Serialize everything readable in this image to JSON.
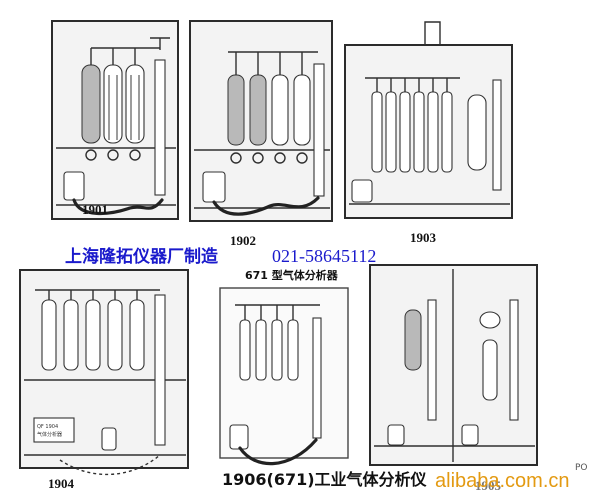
{
  "panels": [
    {
      "id": "p1901",
      "label": "1901"
    },
    {
      "id": "p1902",
      "label": "1902"
    },
    {
      "id": "p1903",
      "label": "1903"
    },
    {
      "id": "p1904",
      "label": "1904"
    },
    {
      "id": "p1906",
      "label": "671 型气体分析器"
    },
    {
      "id": "p1905",
      "label": "1905"
    }
  ],
  "watermark_company": "上海隆拓仪器厂制造",
  "watermark_phone": "021-58645112",
  "caption_1906": "1906(671)工业气体分析仪",
  "panel_1904_plate_line1": "QF 1904",
  "panel_1904_plate_line2": "气体分析器",
  "site_watermark": "alibaba.com.cn",
  "site_watermark_small": "PO"
}
